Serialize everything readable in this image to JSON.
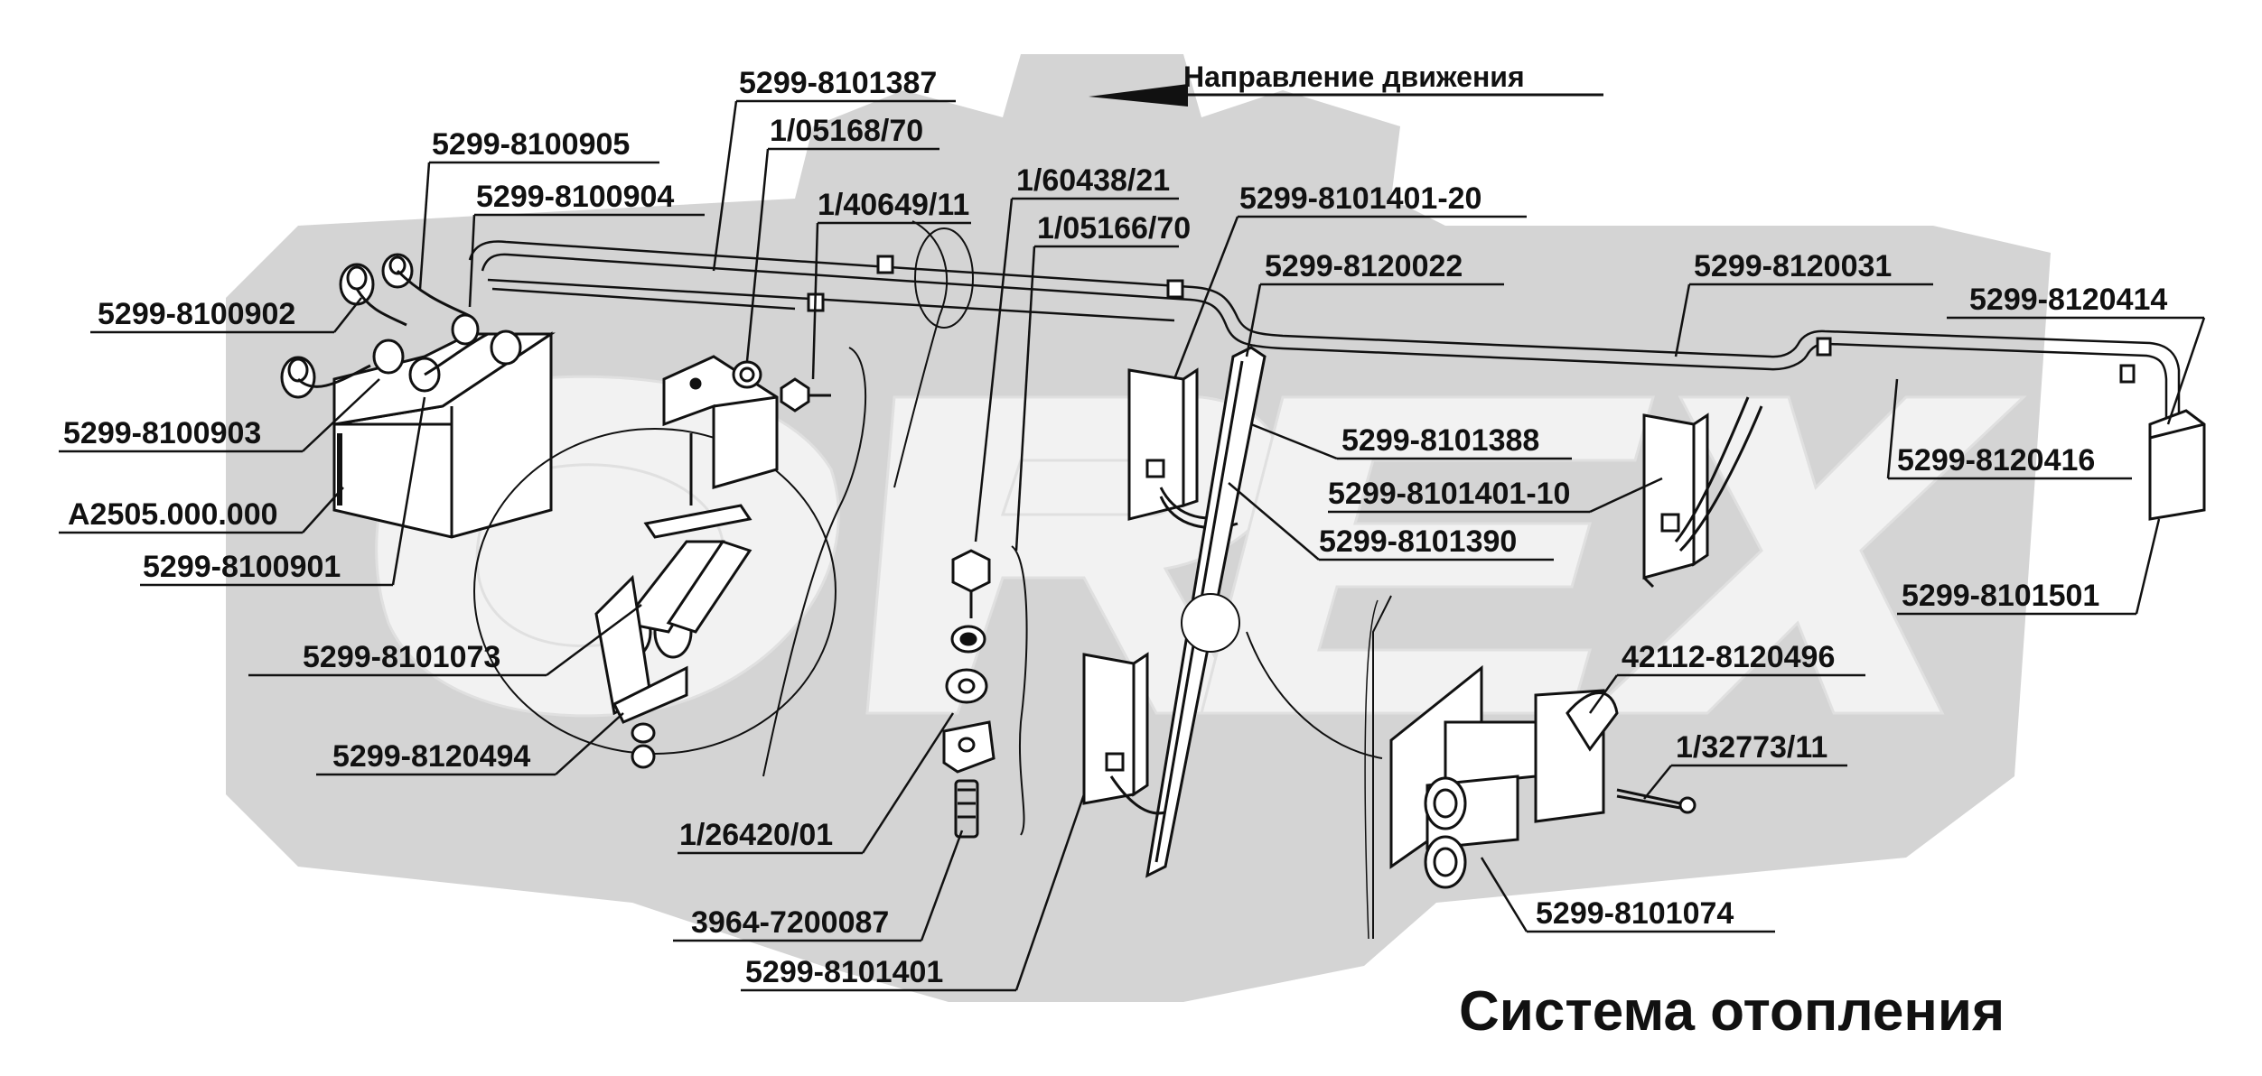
{
  "title": "Система отопления",
  "direction_label": "Направление движения",
  "watermark": {
    "text": "OREX",
    "color": "#d2d2d2"
  },
  "part_numbers": {
    "p8101387": "5299-8101387",
    "p05168": "1/05168/70",
    "p8100905": "5299-8100905",
    "p8100904": "5299-8100904",
    "p40649": "1/40649/11",
    "p60438": "1/60438/21",
    "p05166": "1/05166/70",
    "p8101401_20": "5299-8101401-20",
    "p8120022": "5299-8120022",
    "p8120031": "5299-8120031",
    "p8120414": "5299-8120414",
    "p8100902": "5299-8100902",
    "p8101388": "5299-8101388",
    "p8120416": "5299-8120416",
    "p8100903": "5299-8100903",
    "p8101401_10": "5299-8101401-10",
    "pA2505": "A2505.000.000",
    "p8101390": "5299-8101390",
    "p8100901": "5299-8100901",
    "p8101501": "5299-8101501",
    "p8101073": "5299-8101073",
    "p42112": "42112-8120496",
    "p8120494": "5299-8120494",
    "p32773": "1/32773/11",
    "p26420": "1/26420/01",
    "p8101074": "5299-8101074",
    "p3964": "3964-7200087",
    "p8101401": "5299-8101401"
  }
}
